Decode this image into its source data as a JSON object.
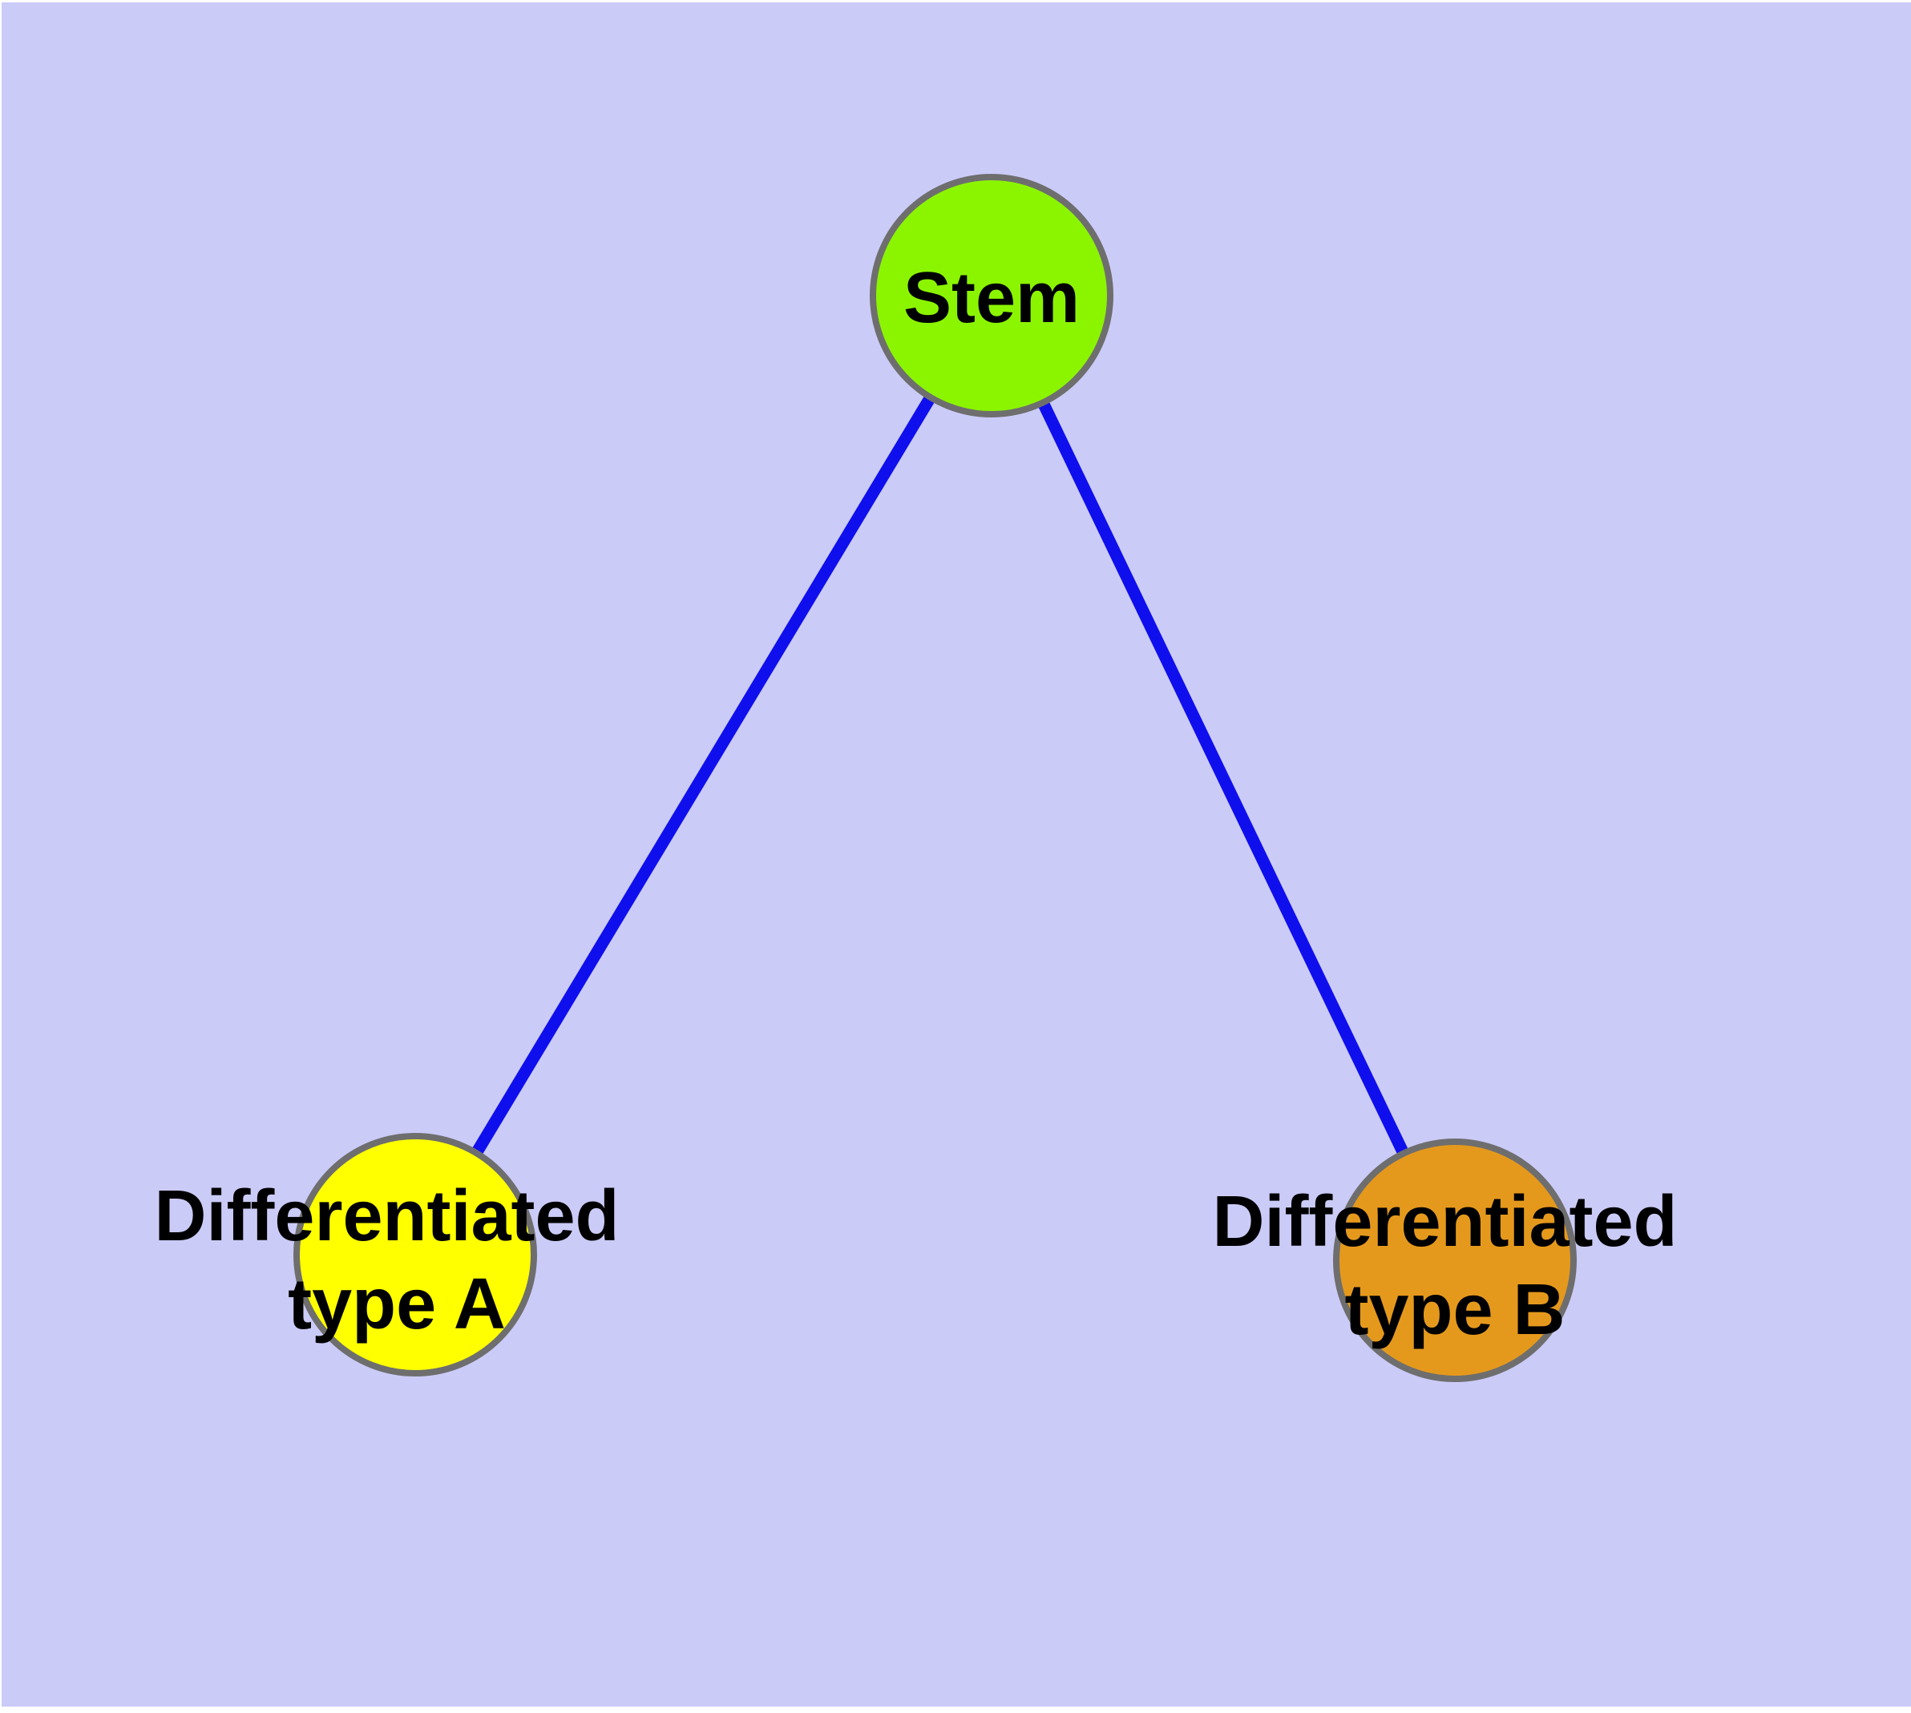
{
  "diagram": {
    "type": "node-link-graph",
    "background_color": "#CBCBF8",
    "margin_color": "#FFFFFF",
    "edge_color": "#0F0FEE",
    "node_border_color": "#6E6E6E",
    "label_color": "#000000",
    "nodes": [
      {
        "id": "stem",
        "label": "Stem",
        "label_lines": [
          "Stem"
        ],
        "color": "#8BF500"
      },
      {
        "id": "diff-a",
        "label": "Differentiated type A",
        "label_lines": [
          "Differentiated",
          "type A"
        ],
        "color": "#FFFF00"
      },
      {
        "id": "diff-b",
        "label": "Differentiated type B",
        "label_lines": [
          "Differentiated",
          "type B"
        ],
        "color": "#E5991C"
      }
    ],
    "edges": [
      {
        "from": "stem",
        "to": "diff-a"
      },
      {
        "from": "stem",
        "to": "diff-b"
      }
    ]
  }
}
